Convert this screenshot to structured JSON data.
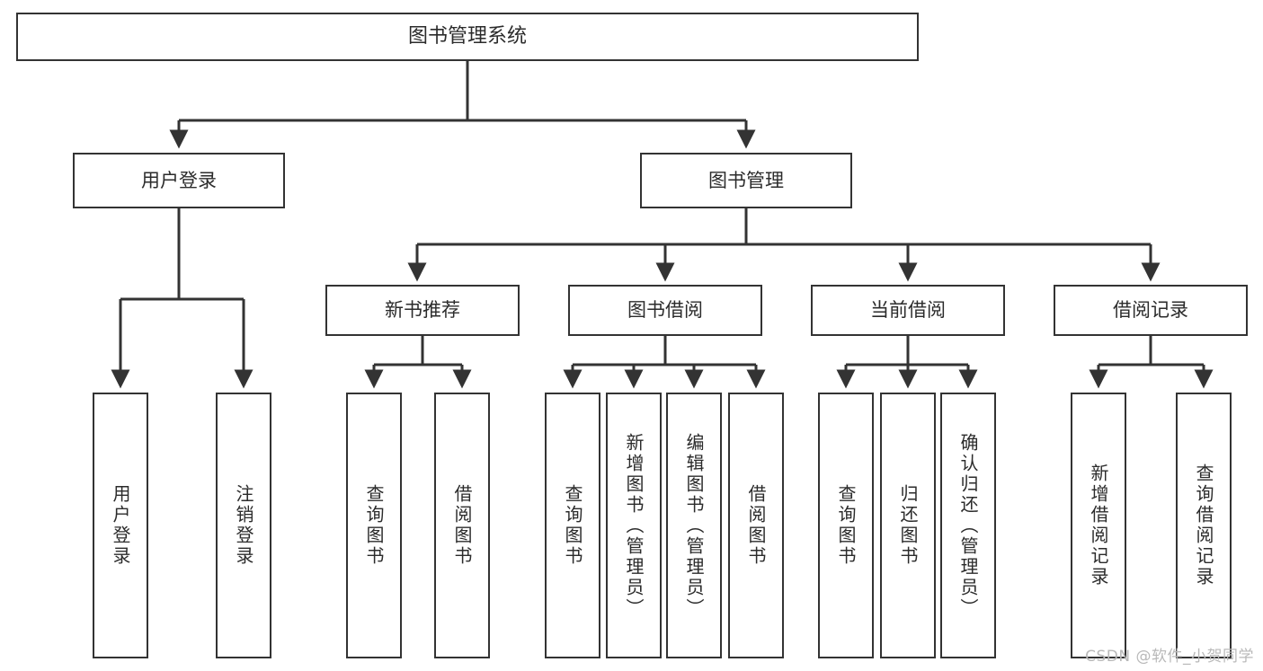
{
  "diagram": {
    "type": "tree",
    "title": "图书管理系统",
    "colors": {
      "stroke": "#333333",
      "fill": "#ffffff",
      "text": "#2b2b2b",
      "watermark": "#b9b9b9"
    },
    "nodes": {
      "root": {
        "label": "图书管理系统"
      },
      "level2": [
        {
          "id": "user-login",
          "label": "用户登录"
        },
        {
          "id": "book-manage",
          "label": "图书管理"
        }
      ],
      "level3": [
        {
          "id": "new-book-recommend",
          "label": "新书推荐"
        },
        {
          "id": "book-borrow",
          "label": "图书借阅"
        },
        {
          "id": "current-borrow",
          "label": "当前借阅"
        },
        {
          "id": "borrow-record",
          "label": "借阅记录"
        }
      ],
      "leaves": {
        "user-login": [
          {
            "id": "leaf-user-login",
            "label": "用户登录"
          },
          {
            "id": "leaf-user-logout",
            "label": "注销登录"
          }
        ],
        "new-book-recommend": [
          {
            "id": "leaf-query-book-1",
            "label": "查询图书"
          },
          {
            "id": "leaf-borrow-book-1",
            "label": "借阅图书"
          }
        ],
        "book-borrow": [
          {
            "id": "leaf-query-book-2",
            "label": "查询图书"
          },
          {
            "id": "leaf-add-book",
            "label": "新增图书（管理员）"
          },
          {
            "id": "leaf-edit-book",
            "label": "编辑图书（管理员）"
          },
          {
            "id": "leaf-borrow-book-2",
            "label": "借阅图书"
          }
        ],
        "current-borrow": [
          {
            "id": "leaf-query-book-3",
            "label": "查询图书"
          },
          {
            "id": "leaf-return-book",
            "label": "归还图书"
          },
          {
            "id": "leaf-confirm-return",
            "label": "确认归还（管理员）"
          }
        ],
        "borrow-record": [
          {
            "id": "leaf-add-record",
            "label": "新增借阅记录"
          },
          {
            "id": "leaf-query-record",
            "label": "查询借阅记录"
          }
        ]
      }
    }
  },
  "watermark": {
    "text": "CSDN @软件_小贺同学"
  }
}
